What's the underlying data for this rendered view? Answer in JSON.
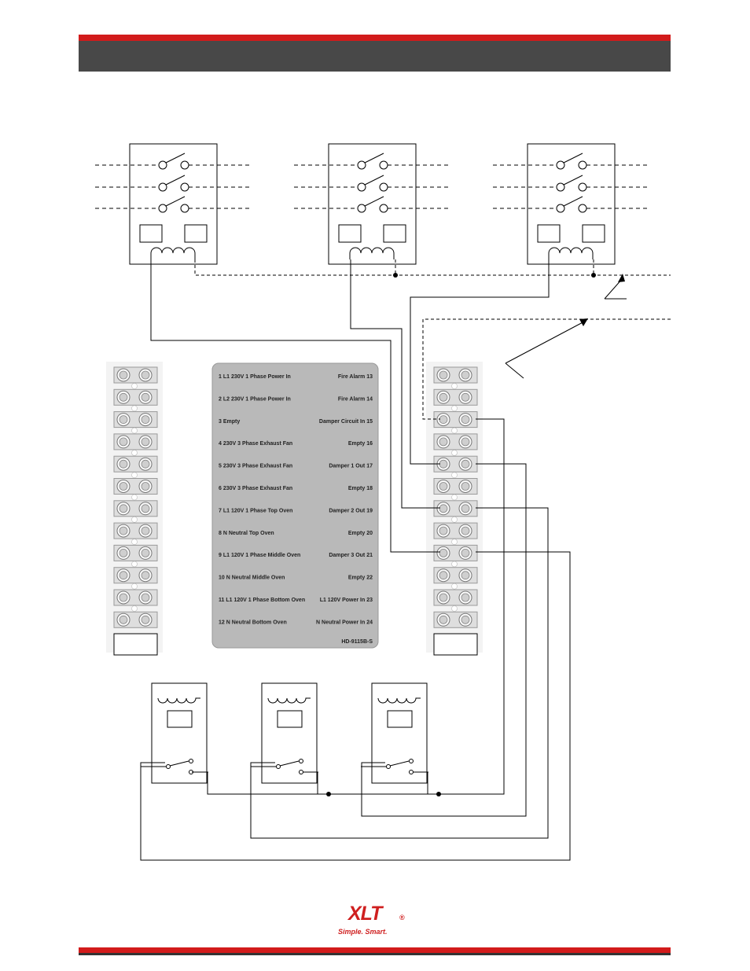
{
  "terminal_labels_left": [
    {
      "num": "1",
      "text": "L1  230V  1 Phase Power In"
    },
    {
      "num": "2",
      "text": "L2 230V  1 Phase Power In"
    },
    {
      "num": "3",
      "text": "Empty"
    },
    {
      "num": "4",
      "text": "230V 3 Phase Exhaust Fan"
    },
    {
      "num": "5",
      "text": "230V 3 Phase Exhaust Fan"
    },
    {
      "num": "6",
      "text": "230V 3 Phase Exhaust Fan"
    },
    {
      "num": "7",
      "text": "L1 120V 1 Phase Top Oven"
    },
    {
      "num": "8",
      "text": "N  Neutral Top Oven"
    },
    {
      "num": "9",
      "text": "L1 120V 1 Phase Middle Oven"
    },
    {
      "num": "10",
      "text": "N  Neutral Middle Oven"
    },
    {
      "num": "11",
      "text": "L1 120V 1 Phase Bottom Oven"
    },
    {
      "num": "12",
      "text": "N  Neutral Bottom Oven"
    }
  ],
  "terminal_labels_right": [
    {
      "num": "13",
      "text": "Fire Alarm"
    },
    {
      "num": "14",
      "text": "Fire Alarm"
    },
    {
      "num": "15",
      "text": "Damper Circuit In"
    },
    {
      "num": "16",
      "text": "Empty"
    },
    {
      "num": "17",
      "text": "Damper 1 Out"
    },
    {
      "num": "18",
      "text": "Empty"
    },
    {
      "num": "19",
      "text": "Damper 2 Out"
    },
    {
      "num": "20",
      "text": "Empty"
    },
    {
      "num": "21",
      "text": "Damper 3 Out"
    },
    {
      "num": "22",
      "text": "Empty"
    },
    {
      "num": "23",
      "text": "L1 120V Power In"
    },
    {
      "num": "24",
      "text": "N  Neutral Power In"
    }
  ],
  "board_model": "HD-9115B-S",
  "logo": {
    "word": "XLT",
    "registered": "®",
    "tagline": "Simple. Smart."
  },
  "colors": {
    "brand_red": "#d21b1b",
    "header_gray": "#484848",
    "board_gray": "#b9b9b9"
  }
}
